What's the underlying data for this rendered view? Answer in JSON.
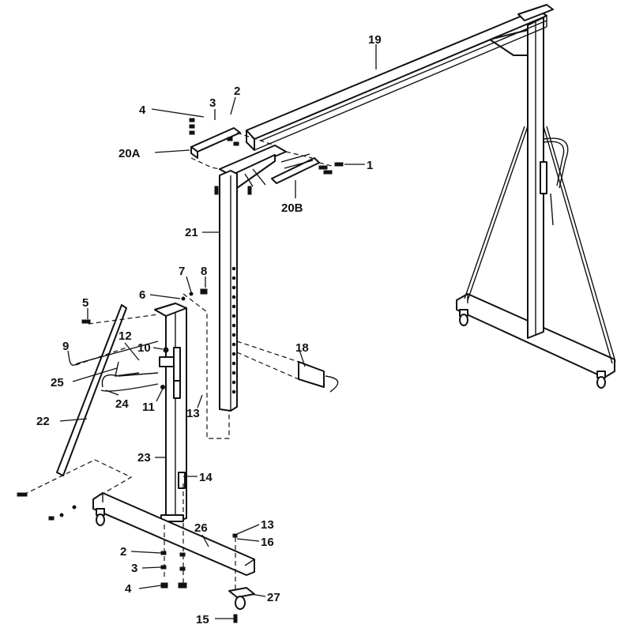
{
  "callouts": [
    {
      "id": "c1",
      "text": "1"
    },
    {
      "id": "c2a",
      "text": "2"
    },
    {
      "id": "c3a",
      "text": "3"
    },
    {
      "id": "c4a",
      "text": "4"
    },
    {
      "id": "c5",
      "text": "5"
    },
    {
      "id": "c6",
      "text": "6"
    },
    {
      "id": "c7",
      "text": "7"
    },
    {
      "id": "c8",
      "text": "8"
    },
    {
      "id": "c9",
      "text": "9"
    },
    {
      "id": "c10",
      "text": "10"
    },
    {
      "id": "c11",
      "text": "11"
    },
    {
      "id": "c12",
      "text": "12"
    },
    {
      "id": "c13a",
      "text": "13"
    },
    {
      "id": "c13b",
      "text": "13"
    },
    {
      "id": "c14",
      "text": "14"
    },
    {
      "id": "c15",
      "text": "15"
    },
    {
      "id": "c16",
      "text": "16"
    },
    {
      "id": "c18",
      "text": "18"
    },
    {
      "id": "c19",
      "text": "19"
    },
    {
      "id": "c20a",
      "text": "20A"
    },
    {
      "id": "c20b",
      "text": "20B"
    },
    {
      "id": "c21",
      "text": "21"
    },
    {
      "id": "c22",
      "text": "22"
    },
    {
      "id": "c23",
      "text": "23"
    },
    {
      "id": "c24",
      "text": "24"
    },
    {
      "id": "c25",
      "text": "25"
    },
    {
      "id": "c26",
      "text": "26"
    },
    {
      "id": "c27",
      "text": "27"
    },
    {
      "id": "c2b",
      "text": "2"
    },
    {
      "id": "c3b",
      "text": "3"
    },
    {
      "id": "c4b",
      "text": "4"
    }
  ],
  "colors": {
    "line": "#111111",
    "background": "#ffffff"
  }
}
